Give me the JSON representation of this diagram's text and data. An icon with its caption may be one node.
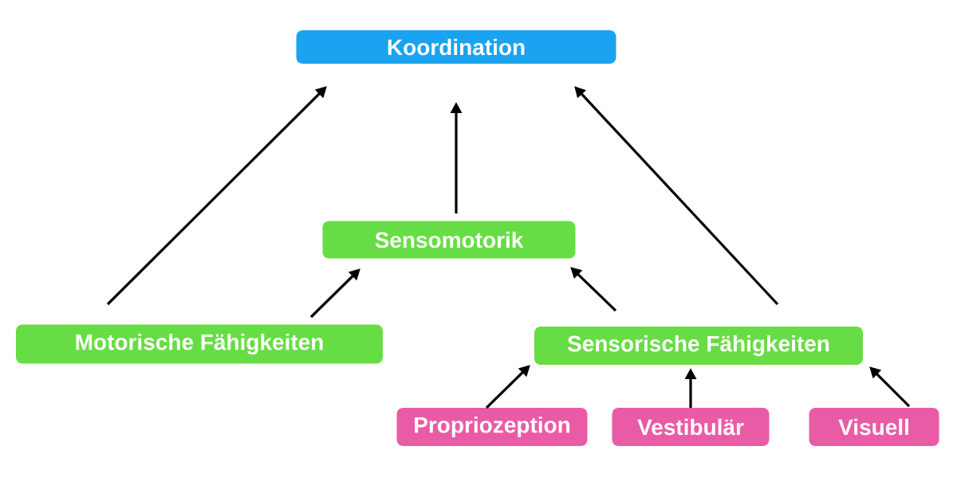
{
  "diagram": {
    "nodes": [
      {
        "text": [
          "Koordination"
        ]
      },
      {
        "text": [
          "Sensomotorik"
        ]
      },
      {
        "text": [
          "Motorische Fähigkeiten"
        ]
      },
      {
        "text": [
          "Sensorische Fähigkeiten"
        ]
      },
      {
        "text": [
          "Propriozeption"
        ]
      },
      {
        "text": [
          "Vestibulär"
        ]
      },
      {
        "text": [
          "Visuell"
        ]
      }
    ],
    "edges": [
      {
        "from": 2,
        "to": 0,
        "arrow": "to"
      },
      {
        "from": 1,
        "to": 0,
        "arrow": "to"
      },
      {
        "from": 3,
        "to": 0,
        "arrow": "to"
      },
      {
        "from": 2,
        "to": 1,
        "arrow": "to"
      },
      {
        "from": 3,
        "to": 1,
        "arrow": "to"
      },
      {
        "from": 4,
        "to": 3,
        "arrow": "to"
      },
      {
        "from": 5,
        "to": 3,
        "arrow": "to"
      },
      {
        "from": 6,
        "to": 3,
        "arrow": "to"
      }
    ]
  }
}
